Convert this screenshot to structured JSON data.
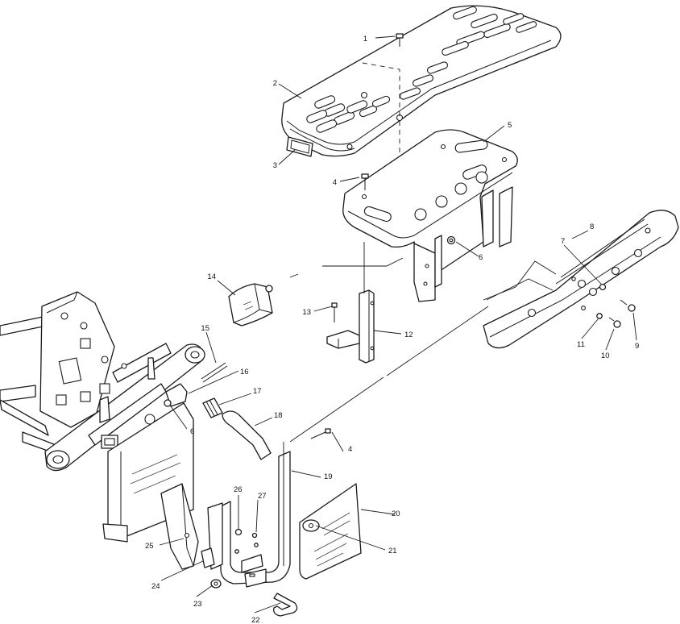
{
  "diagram": {
    "type": "exploded-parts-diagram",
    "callouts": [
      {
        "id": "c1",
        "text": "1"
      },
      {
        "id": "c2",
        "text": "2"
      },
      {
        "id": "c3",
        "text": "3"
      },
      {
        "id": "c4a",
        "text": "4"
      },
      {
        "id": "c4b",
        "text": "4"
      },
      {
        "id": "c5",
        "text": "5"
      },
      {
        "id": "c6a",
        "text": "6"
      },
      {
        "id": "c6b",
        "text": "6"
      },
      {
        "id": "c7",
        "text": "7"
      },
      {
        "id": "c8",
        "text": "8"
      },
      {
        "id": "c9",
        "text": "9"
      },
      {
        "id": "c10",
        "text": "10"
      },
      {
        "id": "c11",
        "text": "11"
      },
      {
        "id": "c12",
        "text": "12"
      },
      {
        "id": "c13",
        "text": "13"
      },
      {
        "id": "c14",
        "text": "14"
      },
      {
        "id": "c15",
        "text": "15"
      },
      {
        "id": "c16",
        "text": "16"
      },
      {
        "id": "c17",
        "text": "17"
      },
      {
        "id": "c18",
        "text": "18"
      },
      {
        "id": "c19",
        "text": "19"
      },
      {
        "id": "c20",
        "text": "20"
      },
      {
        "id": "c21",
        "text": "21"
      },
      {
        "id": "c22",
        "text": "22"
      },
      {
        "id": "c23",
        "text": "23"
      },
      {
        "id": "c24",
        "text": "24"
      },
      {
        "id": "c25",
        "text": "25"
      },
      {
        "id": "c26",
        "text": "26"
      },
      {
        "id": "c27",
        "text": "27"
      }
    ]
  }
}
